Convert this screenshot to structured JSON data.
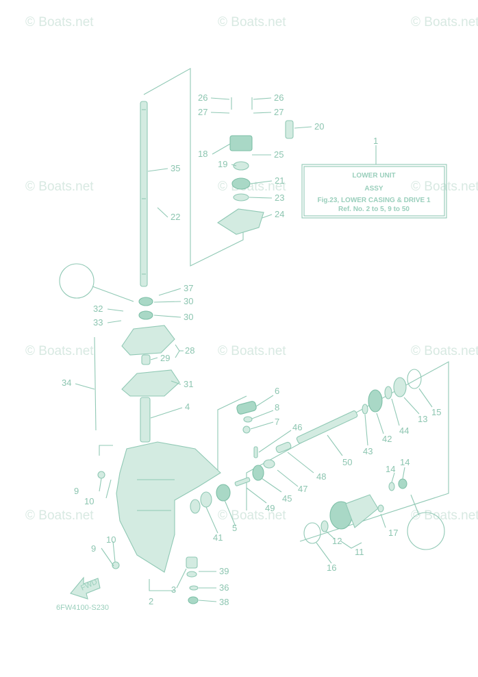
{
  "watermark": "© Boats.net",
  "diagram_code": "6FW4100-S230",
  "fwd_label": "FWD",
  "info_box": {
    "ref_number": "1",
    "line1": "LOWER UNIT",
    "line2": "ASSY",
    "line3": "Fig.23, LOWER CASING & DRIVE 1",
    "line4": "Ref. No. 2 to 5, 9 to 50"
  },
  "callouts": [
    "26",
    "26",
    "27",
    "27",
    "20",
    "18",
    "25",
    "19",
    "35",
    "21",
    "23",
    "22",
    "24",
    "37",
    "30",
    "30",
    "32",
    "33",
    "28",
    "29",
    "34",
    "31",
    "6",
    "4",
    "8",
    "7",
    "15",
    "13",
    "44",
    "42",
    "43",
    "46",
    "50",
    "48",
    "47",
    "14",
    "14",
    "45",
    "49",
    "9",
    "10",
    "41",
    "5",
    "17",
    "12",
    "11",
    "16",
    "10",
    "9",
    "39",
    "36",
    "38",
    "3",
    "2",
    "1"
  ]
}
